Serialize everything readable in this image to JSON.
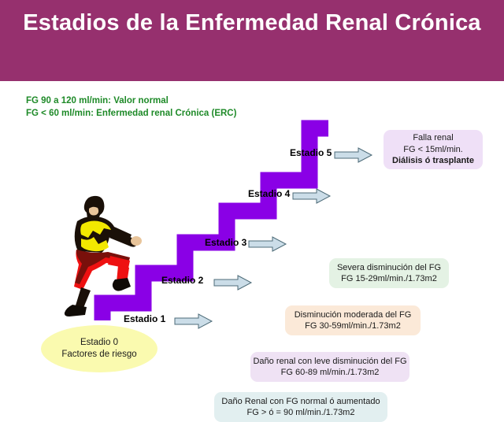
{
  "header": {
    "title": "Estadios de la Enfermedad Renal Crónica",
    "background_color": "#96306E",
    "text_color": "#FFFFFF"
  },
  "legend": {
    "line1": "FG 90 a 120 ml/min: Valor normal",
    "line2": "FG < 60 ml/min: Enfermedad renal Crónica (ERC)",
    "color": "#1E8A28"
  },
  "diagram": {
    "staircase_color": "#8A00E6",
    "arrow_fill": "#CBDDE8",
    "arrow_stroke": "#4D6B78",
    "figure": {
      "jacket_color": "#F2E800",
      "pants_color": "#EE1111",
      "outline_color": "#1A1008"
    },
    "stage0": {
      "label_line1": "Estadio 0",
      "label_line2": "Factores de riesgo",
      "fill_color": "#FAFAAF"
    },
    "stages": [
      {
        "tick_label": "Estadio 1",
        "box_fill": "#E2EFF0",
        "lines": [
          {
            "text": "Daño Renal con FG normal ó aumentado",
            "bold": false
          },
          {
            "text": "FG > ó = 90 ml/min./1.73m2",
            "bold": false
          }
        ]
      },
      {
        "tick_label": "Estadio 2",
        "box_fill": "#EFE2F4",
        "lines": [
          {
            "text": "Daño renal con leve disminución del FG",
            "bold": false
          },
          {
            "text": "FG  60-89 ml/min./1.73m2",
            "bold": false
          }
        ]
      },
      {
        "tick_label": "Estadio 3",
        "box_fill": "#FBE9D8",
        "lines": [
          {
            "text": "Disminución moderada del FG",
            "bold": false
          },
          {
            "text": "FG 30-59ml/min./1.73m2",
            "bold": false
          }
        ]
      },
      {
        "tick_label": "Estadio 4",
        "box_fill": "#E4F2E4",
        "lines": [
          {
            "text": "Severa disminución del FG",
            "bold": false
          },
          {
            "text": "FG 15-29ml/min./1.73m2",
            "bold": false
          }
        ]
      },
      {
        "tick_label": "Estadio 5",
        "box_fill": "#EFE0F7",
        "lines": [
          {
            "text": "Falla renal",
            "bold": false
          },
          {
            "text": "FG < 15ml/min.",
            "bold": false
          },
          {
            "text": "Diálisis ó trasplante",
            "bold": true
          }
        ]
      }
    ]
  }
}
